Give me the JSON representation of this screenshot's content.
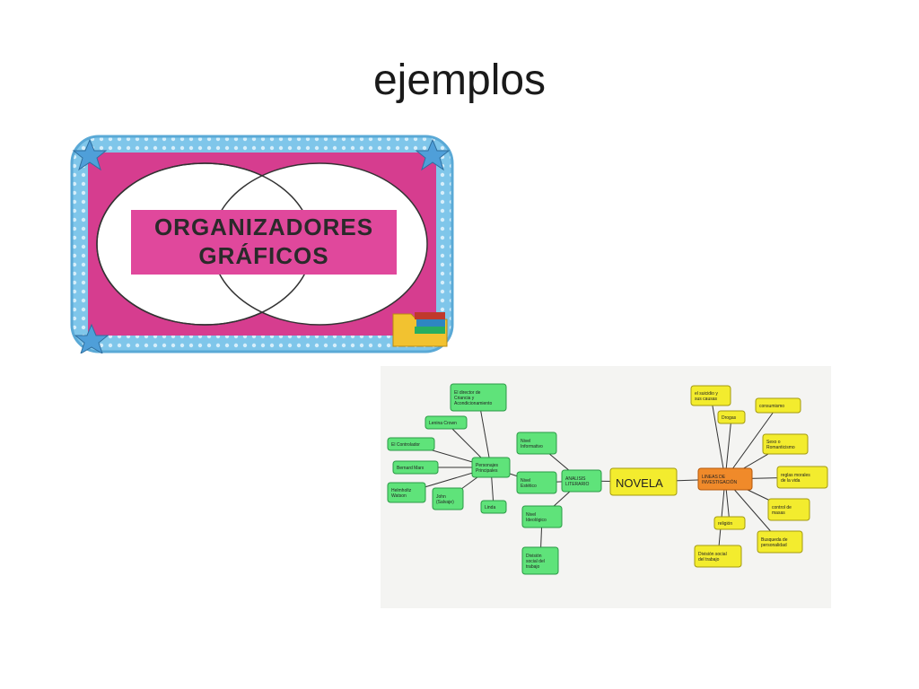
{
  "slide": {
    "title": "ejemplos"
  },
  "banner": {
    "line1": "ORGANIZADORES",
    "line2": "GRÁFICOS"
  },
  "mindmap": {
    "center": "NOVELA",
    "analysis": [
      "ANALISIS",
      "LITERARIO"
    ],
    "lines": [
      "LINEAS DE",
      "INVESTIGACIÓN"
    ],
    "niveles": [
      [
        "Nivel",
        "Informativo"
      ],
      [
        "Nivel",
        "Estético"
      ],
      [
        "Nivel",
        "Ideológico"
      ]
    ],
    "division": [
      "División",
      "social del",
      "trabajo"
    ],
    "personajes": [
      "Personajes",
      "Principales"
    ],
    "characters": [
      [
        "El director de",
        "Criancia y",
        "Acondicionamiento"
      ],
      [
        "Lenina Crown"
      ],
      [
        "El Controlador"
      ],
      [
        "Bernard Marx"
      ],
      [
        "Helmholtz",
        "Watson"
      ],
      [
        "John",
        "(Salvaje)"
      ],
      [
        "Linda"
      ]
    ],
    "topics": [
      [
        "el suicidio y",
        "sus causas"
      ],
      [
        "Drogas"
      ],
      [
        "consumismo"
      ],
      [
        "Sexo o",
        "Romanticismo"
      ],
      [
        "reglas morales",
        "de la vida"
      ],
      [
        "control de",
        "masas"
      ],
      [
        "Busqueda de",
        "personalidad"
      ],
      [
        "religión"
      ],
      [
        "División social",
        "del trabajo"
      ]
    ]
  }
}
